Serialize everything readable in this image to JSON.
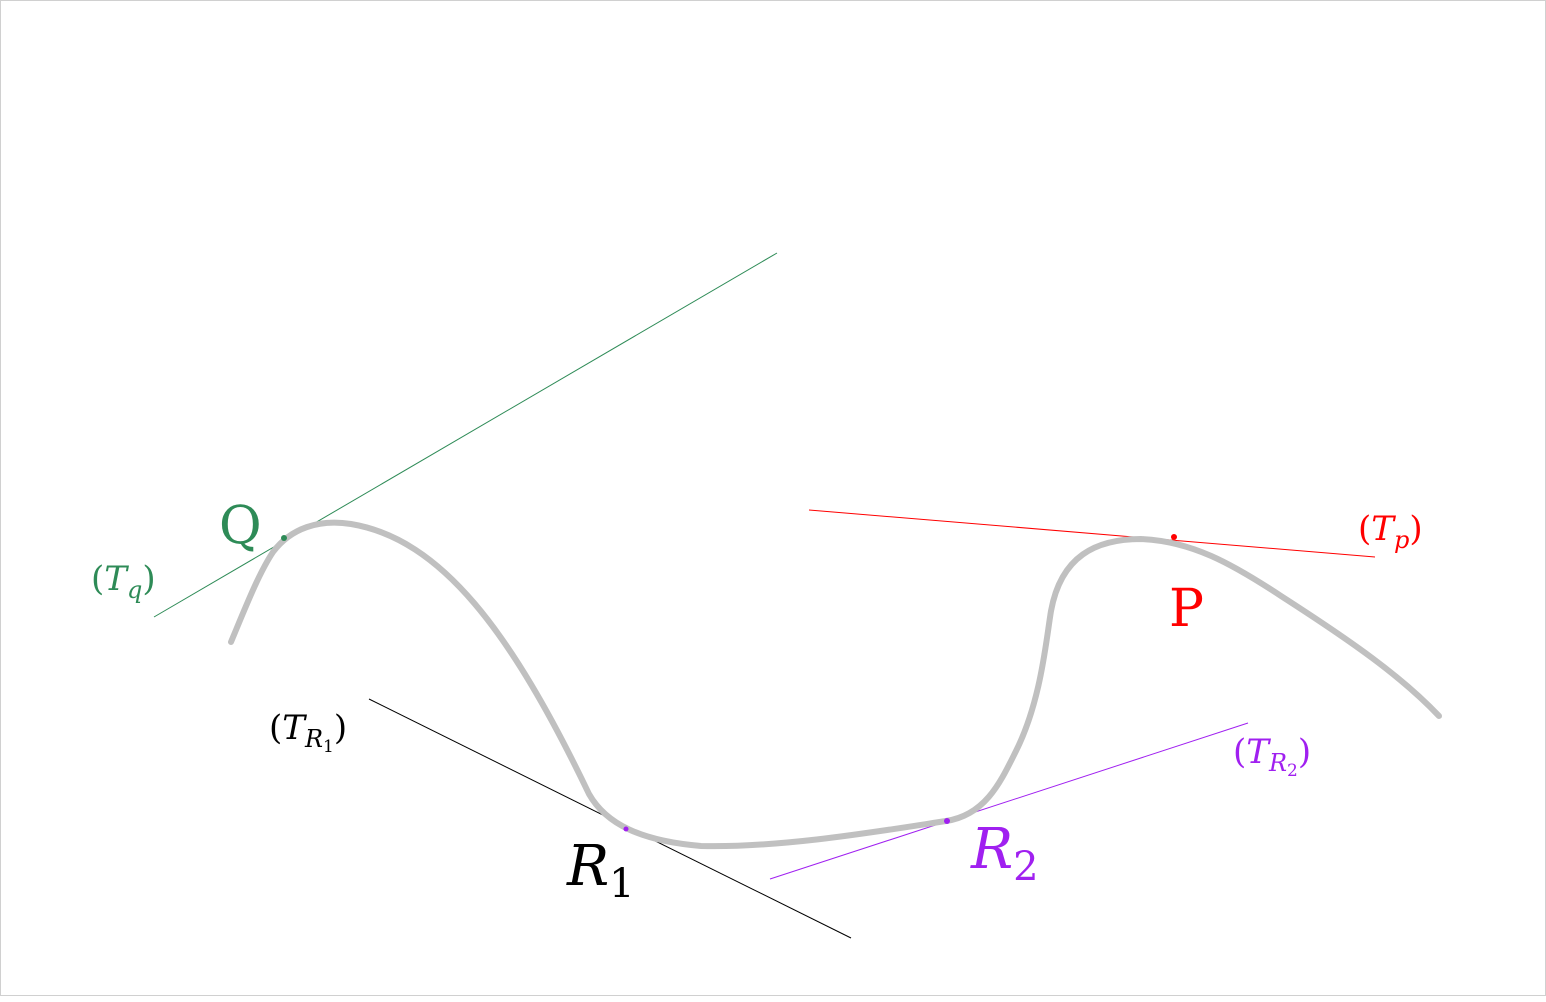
{
  "colors": {
    "curve": "#c0c0c0",
    "q": "#2e8b57",
    "p": "#ff0000",
    "r1": "#000000",
    "r2": "#a020f0"
  },
  "labels": {
    "q_point": "Q",
    "q_tangent_open": "(",
    "q_tangent_T": "T",
    "q_tangent_sub": "q",
    "q_tangent_close": ")",
    "p_point": "P",
    "p_tangent_open": "(",
    "p_tangent_T": "T",
    "p_tangent_sub": "p",
    "p_tangent_close": ")",
    "r1_point": "R",
    "r1_point_sub": "1",
    "r1_tangent_open": "(",
    "r1_tangent_T": "T",
    "r1_tangent_sub": "R",
    "r1_tangent_subsub": "1",
    "r1_tangent_close": ")",
    "r2_point": "R",
    "r2_point_sub": "2",
    "r2_tangent_open": "(",
    "r2_tangent_T": "T",
    "r2_tangent_sub": "R",
    "r2_tangent_subsub": "2",
    "r2_tangent_close": ")"
  }
}
